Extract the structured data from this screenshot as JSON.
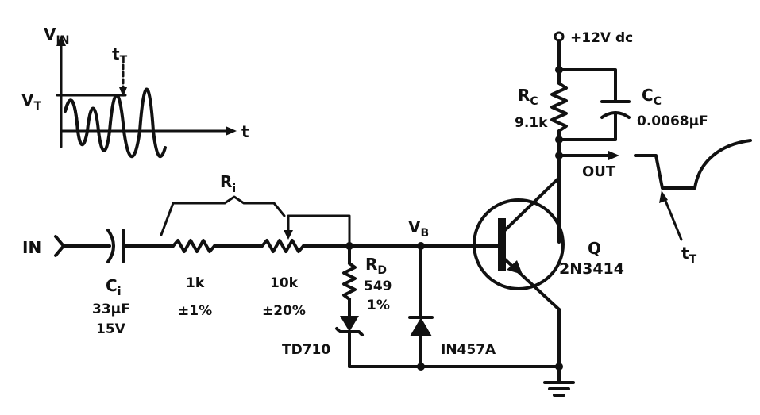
{
  "inset": {
    "v_in": "V",
    "v_in_sub": "IN",
    "t_t": "t",
    "t_t_sub": "T",
    "v_t": "V",
    "v_t_sub": "T",
    "t_axis": "t"
  },
  "supply": {
    "label": "+12V dc"
  },
  "rc": {
    "name": "R",
    "sub": "C",
    "value": "9.1k"
  },
  "cc": {
    "name": "C",
    "sub": "C",
    "value": "0.0068μF"
  },
  "out": {
    "label": "OUT",
    "t": "t",
    "t_sub": "T"
  },
  "ri": {
    "name": "R",
    "sub": "i"
  },
  "input": {
    "label": "IN"
  },
  "ci": {
    "name": "C",
    "sub": "i",
    "value": "33μF",
    "voltage": "15V"
  },
  "r1": {
    "value": "1k",
    "tol": "±1%"
  },
  "r2": {
    "value": "10k",
    "tol": "±20%"
  },
  "vb": {
    "name": "V",
    "sub": "B"
  },
  "rd": {
    "name": "R",
    "sub": "D",
    "value": "549",
    "tol": "1%"
  },
  "zener": {
    "label": "TD710"
  },
  "diode": {
    "label": "IN457A"
  },
  "transistor": {
    "name": "Q",
    "part": "2N3414"
  }
}
